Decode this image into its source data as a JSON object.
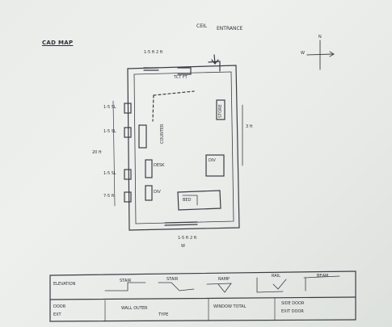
{
  "title": "CAD MAP",
  "top_labels": {
    "ceiling": "CEIL",
    "entrance": "ENTRANCE"
  },
  "compass": {
    "north": "N",
    "west": "W"
  },
  "dimensions": {
    "top_width": "1-5 ft 2 ft",
    "top_inner": "TCT FT",
    "left_1": "1-5 SL",
    "left_2": "1-5 SL",
    "left_side": "20 ft",
    "left_3": "1-5 SL",
    "left_4": "7-5 ft",
    "right_side": "3 ft",
    "bottom_width": "1-5 ft 2 ft",
    "bottom_w": "W"
  },
  "rooms": {
    "counter": "COUNTER",
    "store": "STORE",
    "desk": "DESK",
    "box_1": "DIV",
    "box_2": "DIV",
    "bed": "BED"
  },
  "legend": {
    "cell_1": "ELEVATION",
    "cell_2": "STAIR",
    "cell_3": "STAIR",
    "cell_4": "RAMP",
    "cell_5": "RAIL",
    "cell_6": "BEAM",
    "cell_7": "WALL OUTER",
    "cell_8": "WINDOW TOTAL",
    "cell_9": "SIDE DOOR",
    "cell_10": "EXIT DOOR",
    "row2_1": "DOOR",
    "row2_2": "EXT",
    "row2_3": "TYPE"
  }
}
